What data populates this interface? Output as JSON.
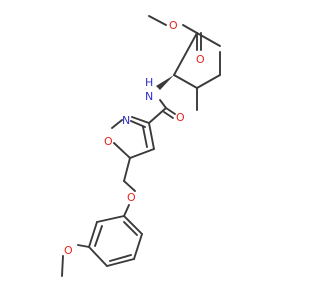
{
  "molecule": {
    "atom_labels": {
      "o_methoxy_ester": "O",
      "o_carbonyl_ester": "O",
      "n_amide": "N",
      "h_amide": "H",
      "o_carbonyl_amide": "O",
      "n_isoxazole": "N",
      "o_isoxazole": "O",
      "o_ether": "O",
      "o_methoxy_aryl": "O"
    },
    "colors": {
      "bond": "#3a3a3a",
      "oxygen": "#e8261c",
      "nitrogen": "#2e2ecc"
    }
  }
}
